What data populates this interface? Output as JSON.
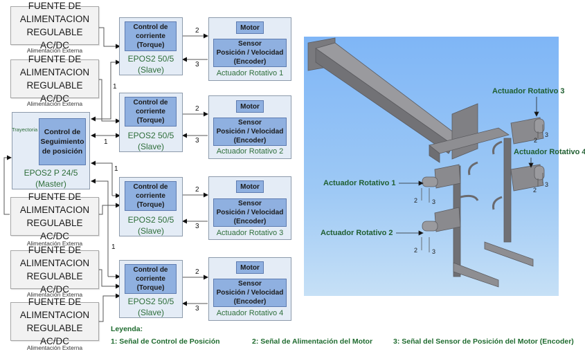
{
  "fuentes": [
    {
      "lines": [
        "FUENTE DE",
        "ALIMENTACION",
        "REGULABLE AC/DC"
      ],
      "caption": "Alimentación Externa"
    },
    {
      "lines": [
        "FUENTE DE",
        "ALIMENTACION",
        "REGULABLE AC/DC"
      ],
      "caption": "Alimentación Externa"
    },
    {
      "lines": [
        "FUENTE DE",
        "ALIMENTACION",
        "REGULABLE AC/DC"
      ],
      "caption": "Alimentación Externa"
    },
    {
      "lines": [
        "FUENTE DE",
        "ALIMENTACION",
        "REGULABLE AC/DC"
      ],
      "caption": "Alimentación Externa"
    },
    {
      "lines": [
        "FUENTE DE",
        "ALIMENTACION",
        "REGULABLE AC/DC"
      ],
      "caption": "Alimentación Externa"
    }
  ],
  "master": {
    "input_label": "Trayectoria",
    "inner_lines": [
      "Control de",
      "Seguimiento",
      "de posición"
    ],
    "label_lines": [
      "EPOS2 P 24/5",
      "(Master)"
    ]
  },
  "slaves": [
    {
      "inner_lines": [
        "Control de",
        "corriente",
        "(Torque)"
      ],
      "label_lines": [
        "EPOS2 50/5",
        "(Slave)"
      ]
    },
    {
      "inner_lines": [
        "Control de",
        "corriente",
        "(Torque)"
      ],
      "label_lines": [
        "EPOS2 50/5",
        "(Slave)"
      ]
    },
    {
      "inner_lines": [
        "Control de",
        "corriente",
        "(Torque)"
      ],
      "label_lines": [
        "EPOS2 50/5",
        "(Slave)"
      ]
    },
    {
      "inner_lines": [
        "Control de",
        "corriente",
        "(Torque)"
      ],
      "label_lines": [
        "EPOS2 50/5",
        "(Slave)"
      ]
    }
  ],
  "actuators": [
    {
      "motor": "Motor",
      "sensor_lines": [
        "Sensor",
        "Posición / Velocidad",
        "(Encoder)"
      ],
      "label": "Actuador Rotativo 1"
    },
    {
      "motor": "Motor",
      "sensor_lines": [
        "Sensor",
        "Posición / Velocidad",
        "(Encoder)"
      ],
      "label": "Actuador Rotativo 2"
    },
    {
      "motor": "Motor",
      "sensor_lines": [
        "Sensor",
        "Posición / Velocidad",
        "(Encoder)"
      ],
      "label": "Actuador Rotativo 3"
    },
    {
      "motor": "Motor",
      "sensor_lines": [
        "Sensor",
        "Posición / Velocidad",
        "(Encoder)"
      ],
      "label": "Actuador Rotativo 4"
    }
  ],
  "signals": {
    "s1": "1",
    "s2": "2",
    "s3": "3"
  },
  "legend": {
    "title": "Leyenda:",
    "items": [
      "1: Señal de Control de Posición",
      "2: Señal de Alimentación del Motor",
      "3: Señal del Sensor de Posición del Motor (Encoder)"
    ]
  },
  "cad": {
    "background": "#8ebff5",
    "labels": [
      "Actuador Rotativo 1",
      "Actuador Rotativo 2",
      "Actuador Rotativo 3",
      "Actuador Rotativo 4"
    ],
    "pin_labels": [
      "2",
      "3"
    ]
  },
  "colors": {
    "controller_fill": "#e4ecf6",
    "inner_fill": "#8fb0e0",
    "label_green": "#2e6e3a",
    "legend_green": "#1f6b2f"
  }
}
